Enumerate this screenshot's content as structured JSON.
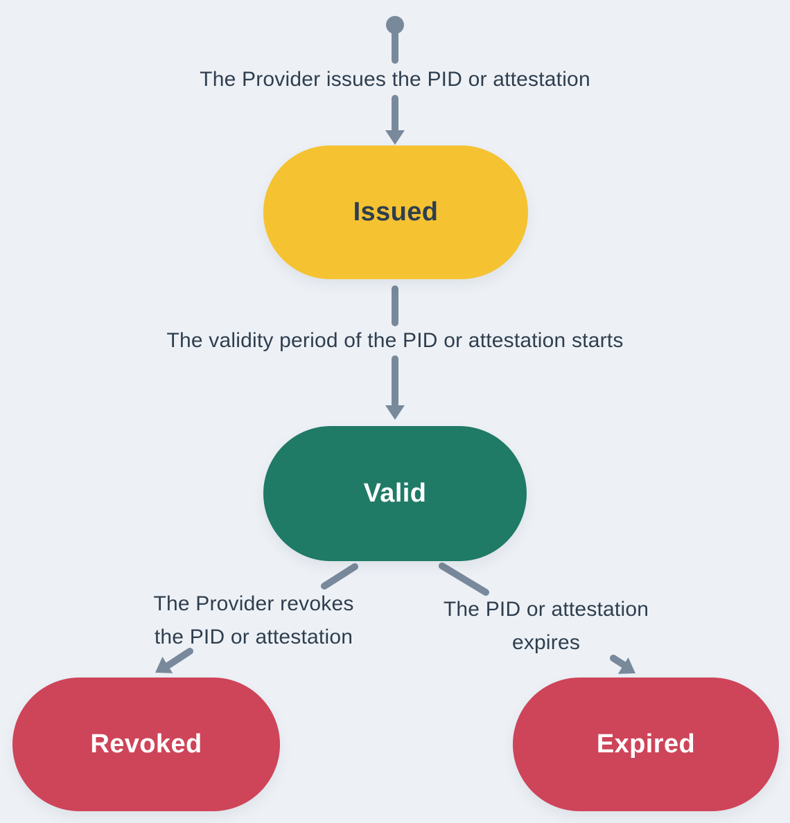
{
  "diagram": {
    "description": "PID or attestation lifecycle state diagram",
    "nodes": [
      {
        "id": "issued",
        "label": "Issued",
        "fill": "#F5C231",
        "text_color": "#2E3E4F"
      },
      {
        "id": "valid",
        "label": "Valid",
        "fill": "#1F7A66",
        "text_color": "#FFFFFF"
      },
      {
        "id": "revoked",
        "label": "Revoked",
        "fill": "#CE4459",
        "text_color": "#FFFFFF"
      },
      {
        "id": "expired",
        "label": "Expired",
        "fill": "#CE4459",
        "text_color": "#FFFFFF"
      }
    ],
    "edges": [
      {
        "from": "start",
        "to": "issued",
        "label": "The Provider issues the PID or attestation"
      },
      {
        "from": "issued",
        "to": "valid",
        "label": "The validity period of the PID or attestation starts"
      },
      {
        "from": "valid",
        "to": "revoked",
        "label": "The Provider revokes the PID or attestation"
      },
      {
        "from": "valid",
        "to": "expired",
        "label": "The PID or attestation expires"
      }
    ]
  },
  "colors": {
    "background": "#EDF1F6",
    "arrow": "#78899B",
    "edge_label_text": "#2F3E4E"
  }
}
